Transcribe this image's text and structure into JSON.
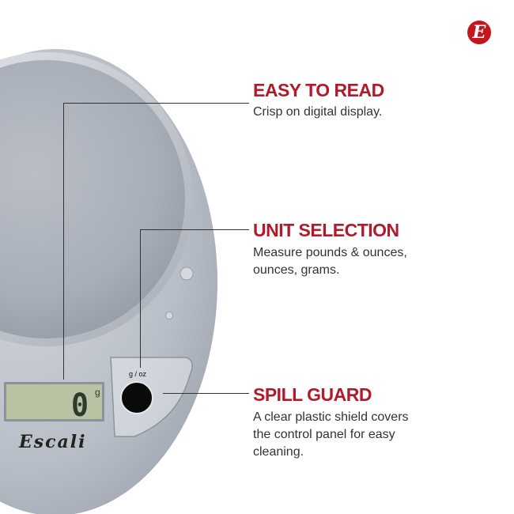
{
  "brand_logo": "E",
  "scale": {
    "display_value": "0",
    "display_unit": "g",
    "button_label": "g / oz",
    "brand": "Escali"
  },
  "features": [
    {
      "title": "EASY TO READ",
      "description": "Crisp on digital display."
    },
    {
      "title": "UNIT SELECTION",
      "description": "Measure pounds & ounces, ounces, grams."
    },
    {
      "title": "SPILL GUARD",
      "description": "A clear plastic shield covers the control panel for easy cleaning."
    }
  ],
  "colors": {
    "accent": "#b11a2a"
  }
}
